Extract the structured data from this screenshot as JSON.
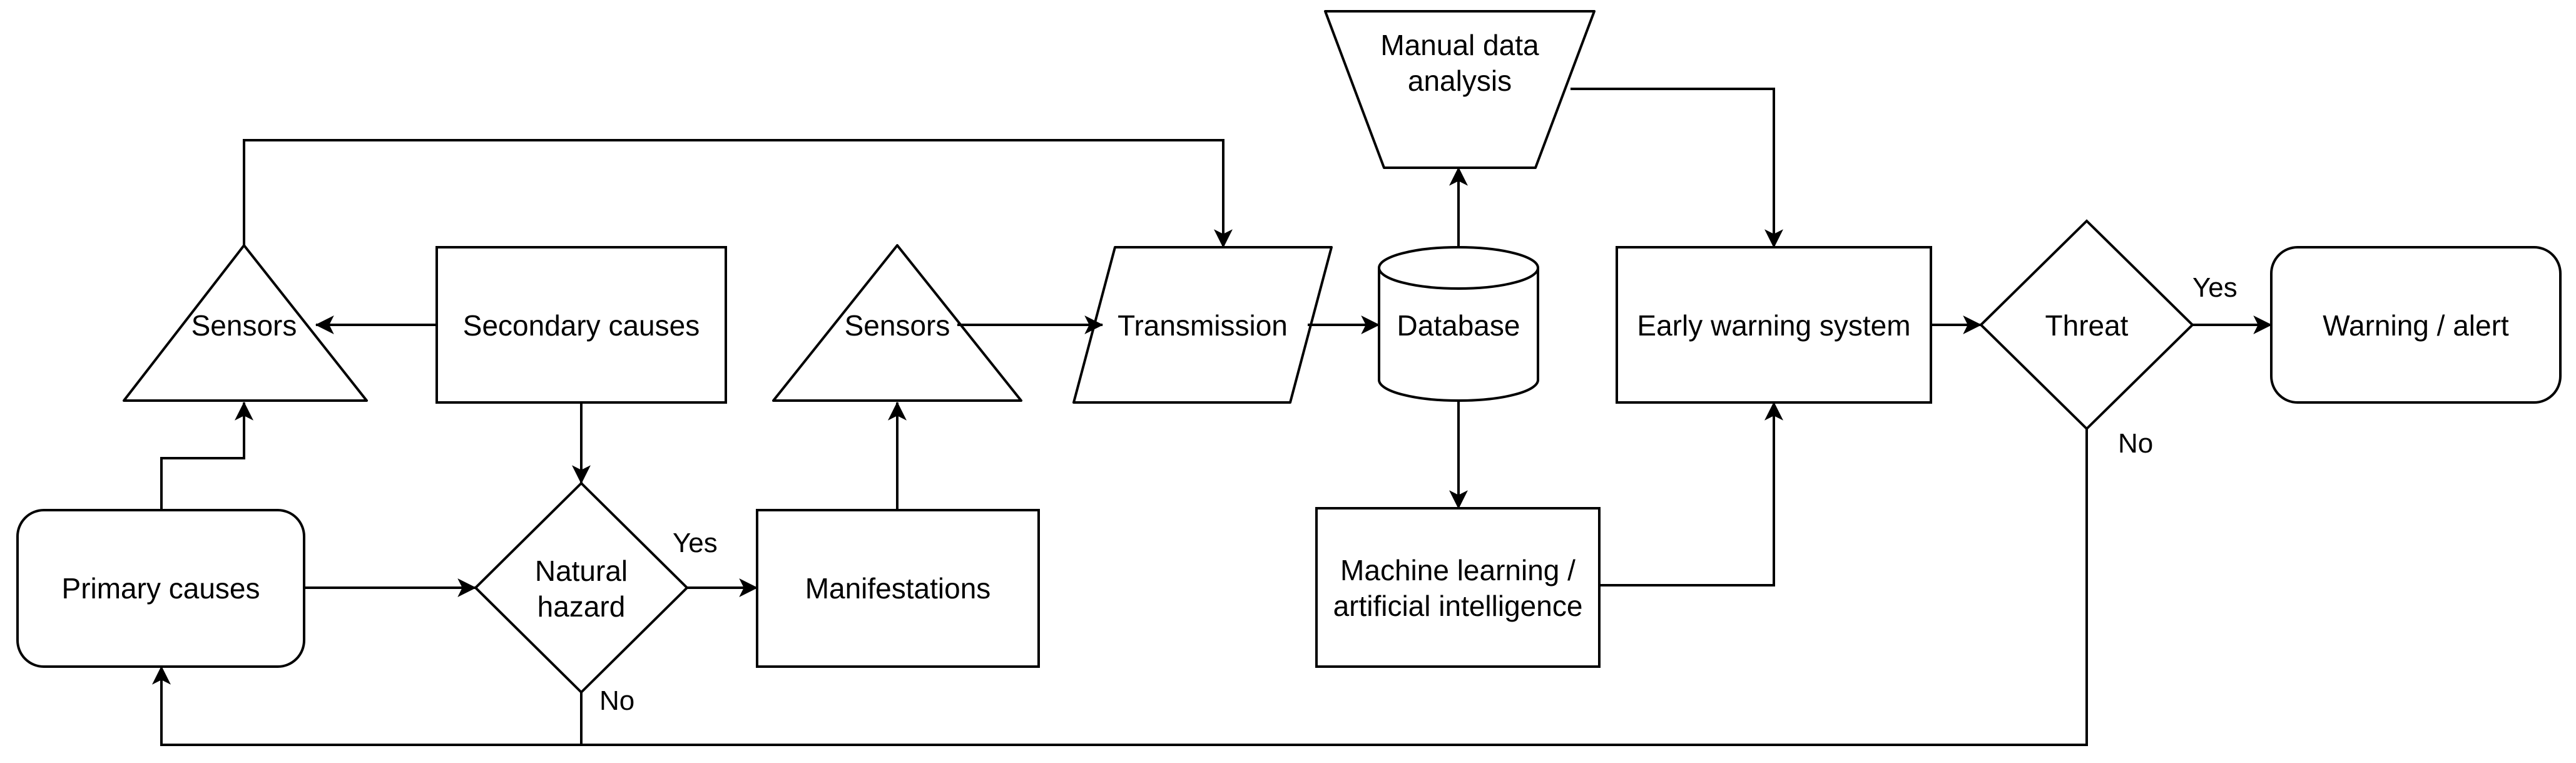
{
  "diagram": {
    "nodes": {
      "primary_causes": "Primary causes",
      "sensors_left": "Sensors",
      "secondary_causes": "Secondary causes",
      "natural_hazard": [
        "Natural",
        "hazard"
      ],
      "manifestations": "Manifestations",
      "sensors_mid": "Sensors",
      "transmission": "Transmission",
      "database": "Database",
      "manual_analysis": [
        "Manual data",
        "analysis"
      ],
      "machine_learning": [
        "Machine learning /",
        "artificial intelligence"
      ],
      "early_warning": "Early warning system",
      "threat": "Threat",
      "warning_alert": "Warning / alert"
    },
    "edge_labels": {
      "hazard_yes": "Yes",
      "hazard_no": "No",
      "threat_yes": "Yes",
      "threat_no": "No"
    }
  }
}
